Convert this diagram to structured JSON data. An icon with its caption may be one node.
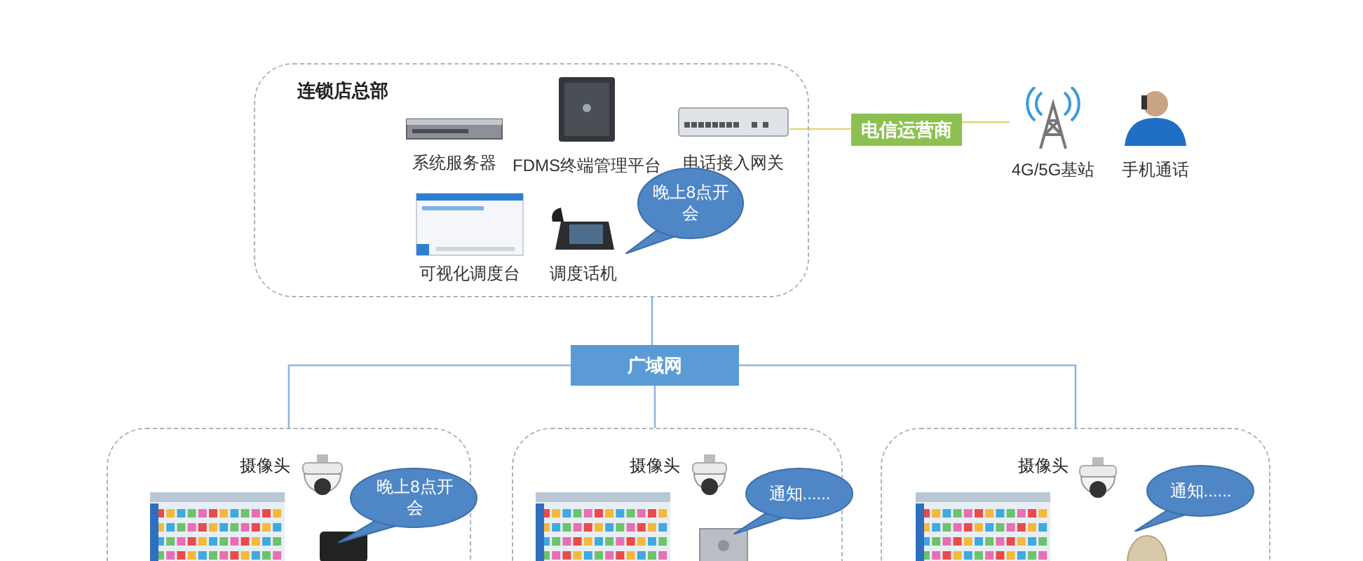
{
  "diagram": {
    "nodes": [
      {
        "text": [
          "连锁店总部"
        ]
      },
      {
        "text": [
          "系统服务器"
        ],
        "in": 0
      },
      {
        "text": [
          "FDMS终端管理平台"
        ],
        "in": 0
      },
      {
        "text": [
          "电话接入网关"
        ],
        "in": 0
      },
      {
        "text": [
          "可视化调度台"
        ],
        "in": 0
      },
      {
        "text": [
          "调度话机"
        ],
        "in": 0
      },
      {
        "text": [
          "晚上8点开会"
        ],
        "in": 0
      },
      {
        "text": [
          "电信运营商"
        ]
      },
      {
        "text": [
          "4G/5G基站"
        ]
      },
      {
        "text": [
          "手机通话"
        ]
      },
      {
        "text": [
          "广域网"
        ]
      },
      {
        "text": [],
        "shape": "box"
      },
      {
        "text": [
          "摄像头"
        ],
        "in": 11
      },
      {
        "text": [
          "晚上8点开会"
        ],
        "in": 11
      },
      {
        "text": [],
        "shape": "box"
      },
      {
        "text": [
          "摄像头"
        ],
        "in": 14
      },
      {
        "text": [
          "通知......"
        ],
        "in": 14
      },
      {
        "text": [],
        "shape": "box"
      },
      {
        "text": [
          "摄像头"
        ],
        "in": 17
      },
      {
        "text": [
          "通知......"
        ],
        "in": 17
      }
    ],
    "edges": [
      {
        "from": 3,
        "to": 7,
        "arrow": "none",
        "color": "#e6d77c"
      },
      {
        "from": 7,
        "to": 8,
        "arrow": "none",
        "color": "#e6d77c"
      },
      {
        "from": 0,
        "to": 10,
        "arrow": "none"
      },
      {
        "from": 10,
        "to": 11,
        "arrow": "none"
      },
      {
        "from": 10,
        "to": 14,
        "arrow": "none"
      },
      {
        "from": 10,
        "to": 17,
        "arrow": "none"
      }
    ]
  }
}
